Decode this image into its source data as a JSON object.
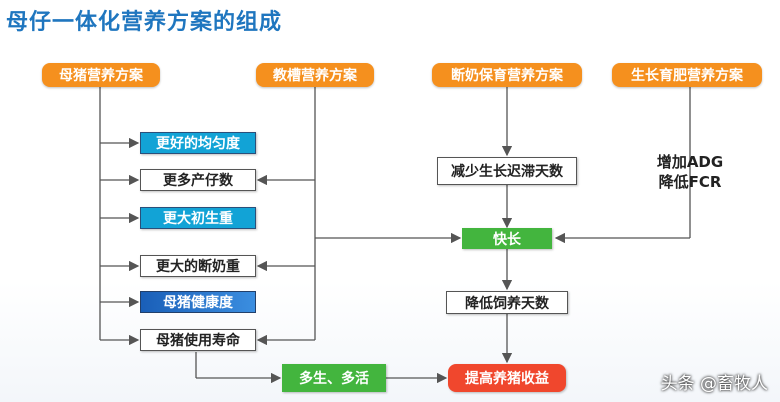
{
  "title": "母仔一体化营养方案的组成",
  "top": {
    "sow": "母猪营养方案",
    "creep": "教槽营养方案",
    "nursery": "断奶保育营养方案",
    "grower": "生长育肥营养方案"
  },
  "left_items": [
    "更好的均匀度",
    "更多产仔数",
    "更大初生重",
    "更大的断奶重",
    "母猪健康度",
    "母猪使用寿命"
  ],
  "center": {
    "reduce_stunt": "减少生长迟滞天数",
    "fast_growth": "快长",
    "reduce_days": "降低饲养天数",
    "more_born": "多生、多活",
    "profit": "提高养猪收益"
  },
  "right_text": [
    "增加ADG",
    "降低FCR"
  ],
  "watermark": "头条 @畜牧人",
  "colors": {
    "orange": "#f5901e",
    "blue": "#12a3d6",
    "green": "#43b53e",
    "red": "#f0472d",
    "title": "#1f76bf"
  }
}
